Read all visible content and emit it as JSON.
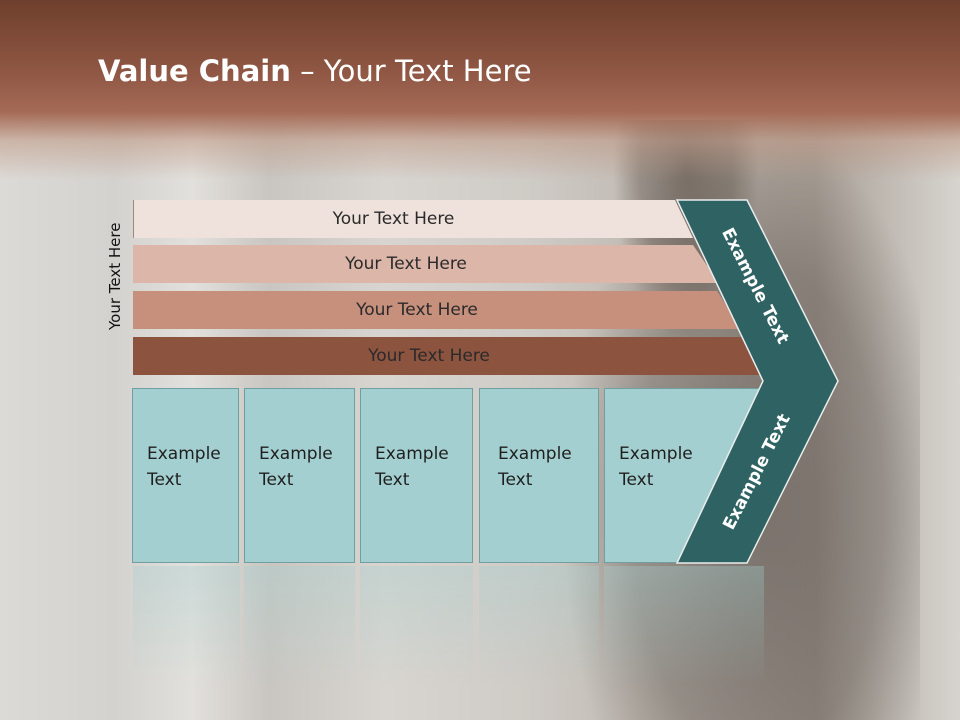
{
  "slide": {
    "title_bold": "Value Chain",
    "title_rest": " – Your Text Here",
    "side_label": "Your Text Here",
    "bars": [
      "Your Text Here",
      "Your Text Here",
      "Your Text Here",
      "Your Text Here"
    ],
    "columns": [
      {
        "line1": "Example",
        "line2": "Text"
      },
      {
        "line1": "Example",
        "line2": "Text"
      },
      {
        "line1": "Example",
        "line2": "Text"
      },
      {
        "line1": "Example",
        "line2": "Text"
      },
      {
        "line1": "Example",
        "line2": "Text"
      }
    ],
    "chevron_upper_text": "Example Text",
    "chevron_lower_text": "Example Text",
    "colors": {
      "header": "#8f5744",
      "bar_1": "#efe2dc",
      "bar_2": "#dcb7a9",
      "bar_3": "#c7907d",
      "bar_4": "#8c533f",
      "column": "#a4cfd0",
      "chevron": "#2f6263"
    }
  }
}
